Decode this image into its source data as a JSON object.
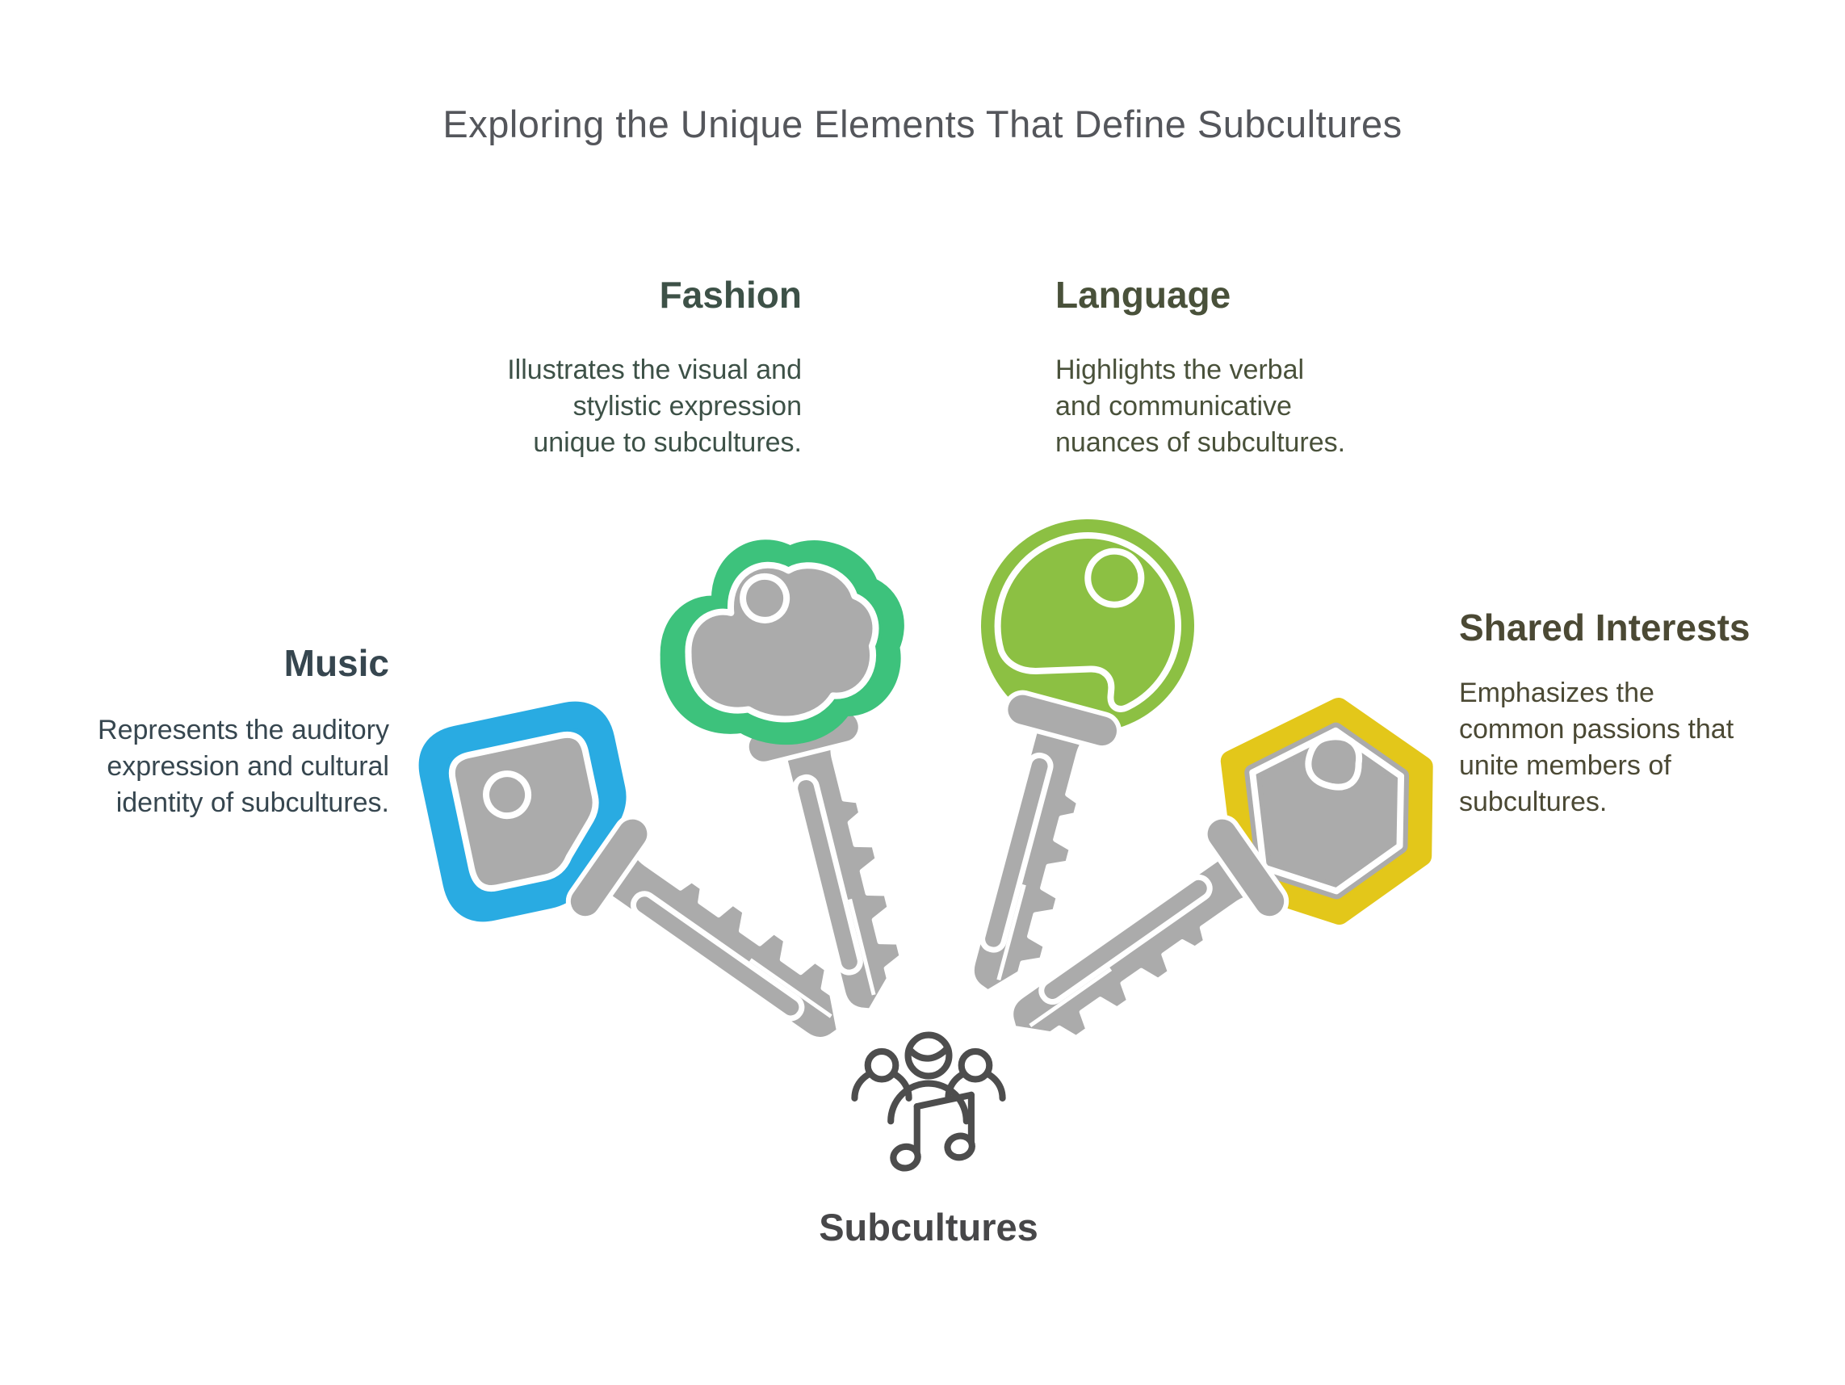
{
  "title": "Exploring the Unique Elements That Define Subcultures",
  "colors": {
    "background": "#FFFFFF",
    "title_text": "#54565B",
    "key_gray": "#ABABAB",
    "outline_white": "#FFFFFF",
    "center_text": "#474749",
    "icon_stroke": "#4D4D4D"
  },
  "sections": [
    {
      "id": "music",
      "title": "Music",
      "lines": [
        "Represents the auditory",
        "expression and cultural",
        "identity of subcultures."
      ],
      "accent": "#29ABE2",
      "text_color": "#36464F",
      "key_head_shape": "rounded-square",
      "align": "right"
    },
    {
      "id": "fashion",
      "title": "Fashion",
      "lines": [
        "Illustrates the visual and",
        "stylistic expression",
        "unique to subcultures."
      ],
      "accent": "#3DC27C",
      "text_color": "#3D5147",
      "key_head_shape": "cloud",
      "align": "right"
    },
    {
      "id": "language",
      "title": "Language",
      "lines": [
        "Highlights the verbal",
        "and communicative",
        "nuances of subcultures."
      ],
      "accent": "#8CC043",
      "text_color": "#49513A",
      "key_head_shape": "circle",
      "align": "left"
    },
    {
      "id": "shared-interests",
      "title": "Shared Interests",
      "lines": [
        "Emphasizes the",
        "common passions that",
        "unite members of",
        "subcultures."
      ],
      "accent": "#E3C71A",
      "text_color": "#4B4934",
      "key_head_shape": "hexagon",
      "align": "left"
    }
  ],
  "center": {
    "label": "Subcultures",
    "icon": "people-music-icon"
  }
}
